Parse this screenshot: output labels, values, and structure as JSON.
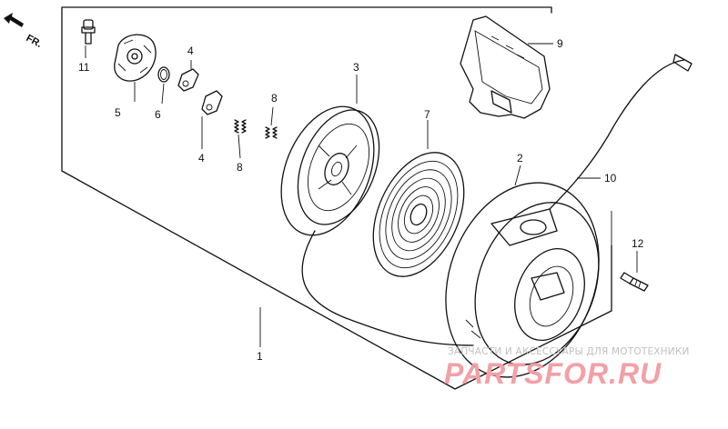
{
  "direction_label": "FR.",
  "part_labels": {
    "p1": "1",
    "p2": "2",
    "p3": "3",
    "p4a": "4",
    "p4b": "4",
    "p5": "5",
    "p6": "6",
    "p7": "7",
    "p8a": "8",
    "p8b": "8",
    "p9": "9",
    "p10": "10",
    "p11": "11",
    "p12": "12"
  },
  "watermark": {
    "tagline": "ЗАПЧАСТИ И АКСЕССУАРЫ ДЛЯ МОТОТЕХНИКИ",
    "brand": "PARTSFOR.RU"
  },
  "colors": {
    "line": "#111111",
    "watermark_brand": "#f2a0a6",
    "watermark_tagline": "#c0c0c0"
  }
}
